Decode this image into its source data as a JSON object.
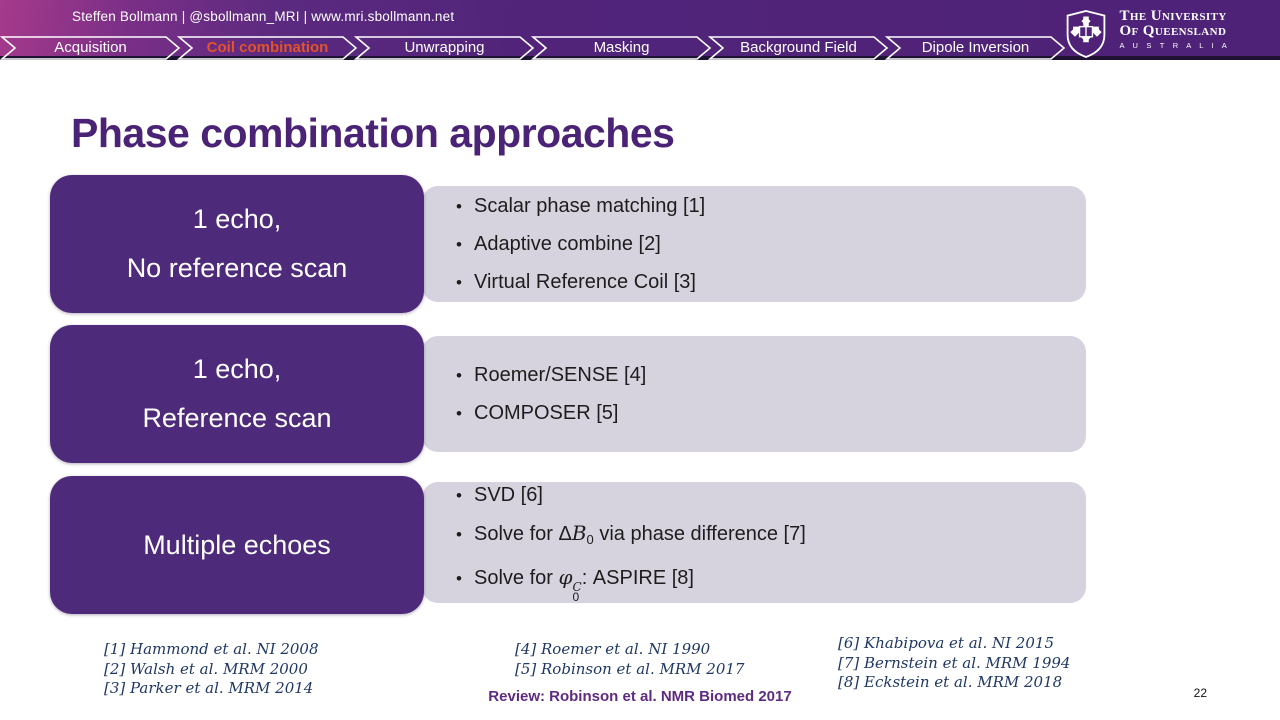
{
  "header": {
    "contact": "Steffen Bollmann | @sbollmann_MRI | www.mri.sbollmann.net",
    "nav": {
      "items": [
        {
          "label": "Acquisition",
          "active": false
        },
        {
          "label": "Coil combination",
          "active": true
        },
        {
          "label": "Unwrapping",
          "active": false
        },
        {
          "label": "Masking",
          "active": false
        },
        {
          "label": "Background Field",
          "active": false
        },
        {
          "label": "Dipole Inversion",
          "active": false
        }
      ]
    },
    "logo": {
      "line1": "The University",
      "line2": "Of Queensland",
      "line3": "A U S T R A L I A"
    }
  },
  "slide": {
    "title": "Phase combination approaches",
    "rows": [
      {
        "label_line1": "1 echo,",
        "label_line2": "No reference scan",
        "bullets": [
          "Scalar phase matching [1]",
          "Adaptive combine [2]",
          "Virtual Reference Coil [3]"
        ]
      },
      {
        "label_line1": "1 echo,",
        "label_line2": "Reference scan",
        "bullets": [
          "Roemer/SENSE [4]",
          "COMPOSER [5]"
        ]
      },
      {
        "label_line1": "Multiple echoes",
        "label_line2": "",
        "bullets": [
          "SVD [6]"
        ],
        "math_bullet_b0": {
          "pre": "Solve for Δ",
          "var": "B",
          "sub": "0",
          "post": " via phase difference [7]"
        },
        "math_bullet_phi": {
          "pre": "Solve for ",
          "var": "φ",
          "sub": "0",
          "sup": "C",
          "post": ": ASPIRE [8]"
        }
      }
    ]
  },
  "references": {
    "col1": [
      "[1] Hammond et al. NI 2008",
      "[2] Walsh et al. MRM 2000",
      "[3] Parker et al. MRM 2014"
    ],
    "col2": [
      "[4] Roemer et al. NI 1990",
      "[5] Robinson et al. MRM 2017"
    ],
    "col3": [
      "[6] Khabipova et al. NI 2015",
      "[7] Bernstein et al. MRM 1994",
      "[8] Eckstein et al. MRM 2018"
    ],
    "review": "Review:  Robinson  et al. NMR Biomed  2017"
  },
  "page_number": "22",
  "colors": {
    "uq_purple": "#51247A",
    "box_purple": "#4E2A7A",
    "box_gray": "#D6D3DE",
    "accent_orange": "#E25329",
    "ref_navy": "#203864"
  }
}
